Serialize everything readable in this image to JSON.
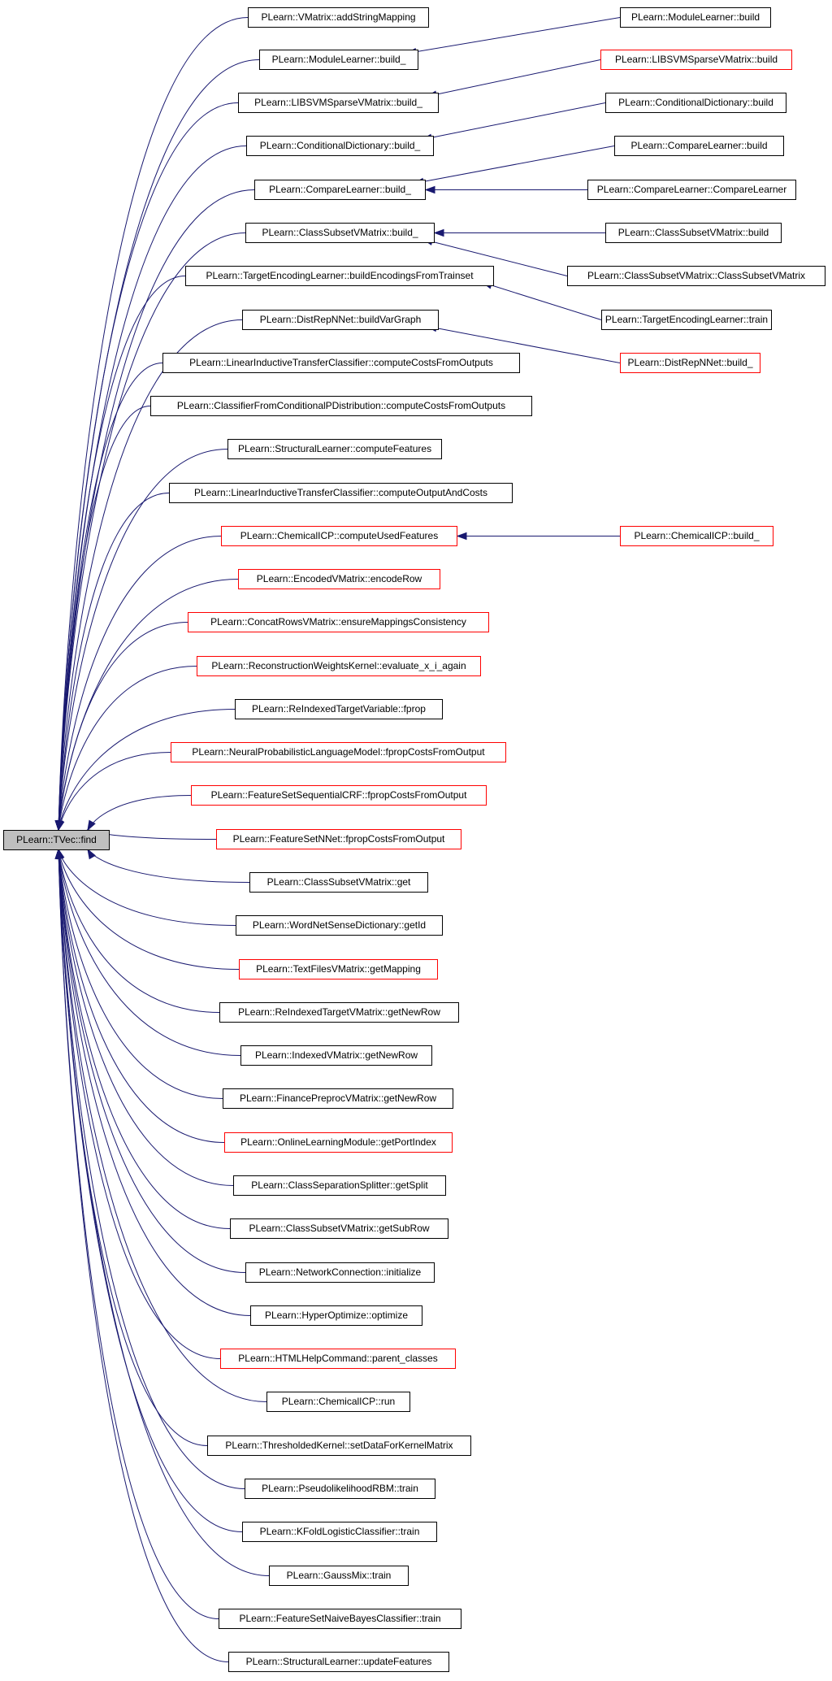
{
  "root": {
    "label": "PLearn::TVec::find"
  },
  "colors": {
    "edge": "#191970",
    "border": "#000000",
    "incomplete_border": "#ff0000",
    "focus_fill": "#bfbfbf"
  },
  "callers": [
    {
      "label": "PLearn::VMatrix::addStringMapping",
      "red": false
    },
    {
      "label": "PLearn::ModuleLearner::build_",
      "red": false
    },
    {
      "label": "PLearn::LIBSVMSparseVMatrix::build_",
      "red": false
    },
    {
      "label": "PLearn::ConditionalDictionary::build_",
      "red": false
    },
    {
      "label": "PLearn::CompareLearner::build_",
      "red": false
    },
    {
      "label": "PLearn::ClassSubsetVMatrix::build_",
      "red": false
    },
    {
      "label": "PLearn::TargetEncodingLearner::buildEncodingsFromTrainset",
      "red": false
    },
    {
      "label": "PLearn::DistRepNNet::buildVarGraph",
      "red": false
    },
    {
      "label": "PLearn::LinearInductiveTransferClassifier::computeCostsFromOutputs",
      "red": false
    },
    {
      "label": "PLearn::ClassifierFromConditionalPDistribution::computeCostsFromOutputs",
      "red": false
    },
    {
      "label": "PLearn::StructuralLearner::computeFeatures",
      "red": false
    },
    {
      "label": "PLearn::LinearInductiveTransferClassifier::computeOutputAndCosts",
      "red": false
    },
    {
      "label": "PLearn::ChemicalICP::computeUsedFeatures",
      "red": true
    },
    {
      "label": "PLearn::EncodedVMatrix::encodeRow",
      "red": true
    },
    {
      "label": "PLearn::ConcatRowsVMatrix::ensureMappingsConsistency",
      "red": true
    },
    {
      "label": "PLearn::ReconstructionWeightsKernel::evaluate_x_i_again",
      "red": true
    },
    {
      "label": "PLearn::ReIndexedTargetVariable::fprop",
      "red": false
    },
    {
      "label": "PLearn::NeuralProbabilisticLanguageModel::fpropCostsFromOutput",
      "red": true
    },
    {
      "label": "PLearn::FeatureSetSequentialCRF::fpropCostsFromOutput",
      "red": true
    },
    {
      "label": "PLearn::FeatureSetNNet::fpropCostsFromOutput",
      "red": true
    },
    {
      "label": "PLearn::ClassSubsetVMatrix::get",
      "red": false
    },
    {
      "label": "PLearn::WordNetSenseDictionary::getId",
      "red": false
    },
    {
      "label": "PLearn::TextFilesVMatrix::getMapping",
      "red": true
    },
    {
      "label": "PLearn::ReIndexedTargetVMatrix::getNewRow",
      "red": false
    },
    {
      "label": "PLearn::IndexedVMatrix::getNewRow",
      "red": false
    },
    {
      "label": "PLearn::FinancePreprocVMatrix::getNewRow",
      "red": false
    },
    {
      "label": "PLearn::OnlineLearningModule::getPortIndex",
      "red": true
    },
    {
      "label": "PLearn::ClassSeparationSplitter::getSplit",
      "red": false
    },
    {
      "label": "PLearn::ClassSubsetVMatrix::getSubRow",
      "red": false
    },
    {
      "label": "PLearn::NetworkConnection::initialize",
      "red": false
    },
    {
      "label": "PLearn::HyperOptimize::optimize",
      "red": false
    },
    {
      "label": "PLearn::HTMLHelpCommand::parent_classes",
      "red": true
    },
    {
      "label": "PLearn::ChemicalICP::run",
      "red": false
    },
    {
      "label": "PLearn::ThresholdedKernel::setDataForKernelMatrix",
      "red": false
    },
    {
      "label": "PLearn::PseudolikelihoodRBM::train",
      "red": false
    },
    {
      "label": "PLearn::KFoldLogisticClassifier::train",
      "red": false
    },
    {
      "label": "PLearn::GaussMix::train",
      "red": false
    },
    {
      "label": "PLearn::FeatureSetNaiveBayesClassifier::train",
      "red": false
    },
    {
      "label": "PLearn::StructuralLearner::updateFeatures",
      "red": false
    }
  ],
  "outer": [
    {
      "label": "PLearn::ModuleLearner::build",
      "red": false,
      "target": 1
    },
    {
      "label": "PLearn::LIBSVMSparseVMatrix::build",
      "red": true,
      "target": 2
    },
    {
      "label": "PLearn::ConditionalDictionary::build",
      "red": false,
      "target": 3
    },
    {
      "label": "PLearn::CompareLearner::build",
      "red": false,
      "target": 4
    },
    {
      "label": "PLearn::CompareLearner::CompareLearner",
      "red": false,
      "target": 4
    },
    {
      "label": "PLearn::ClassSubsetVMatrix::build",
      "red": false,
      "target": 5
    },
    {
      "label": "PLearn::ClassSubsetVMatrix::ClassSubsetVMatrix",
      "red": false,
      "target": 5
    },
    {
      "label": "PLearn::TargetEncodingLearner::train",
      "red": false,
      "target": 6
    },
    {
      "label": "PLearn::DistRepNNet::build_",
      "red": true,
      "target": 7
    },
    {
      "label": "PLearn::ChemicalICP::build_",
      "red": true,
      "target": 12
    }
  ]
}
